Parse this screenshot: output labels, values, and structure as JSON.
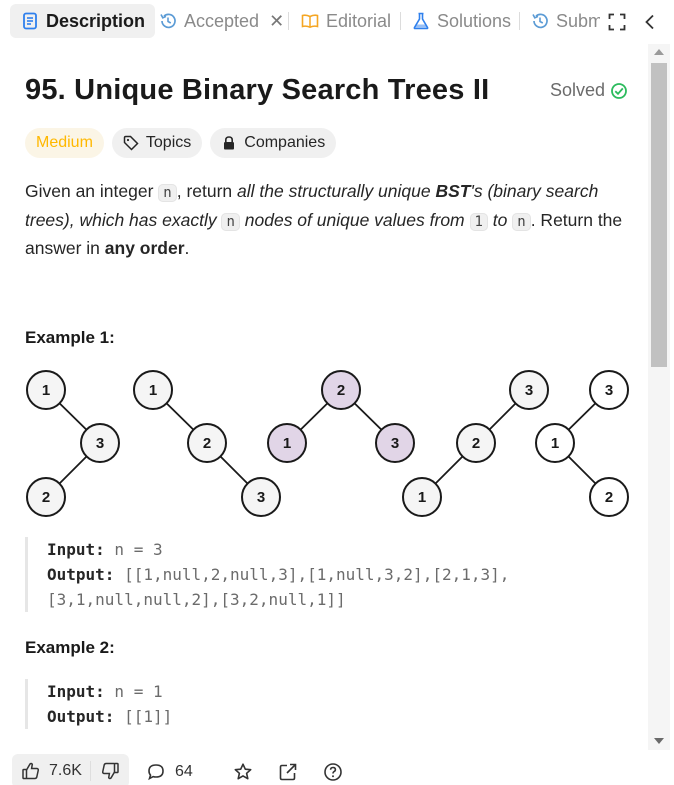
{
  "tabs": [
    {
      "label": "Description",
      "icon": "description-icon",
      "active": true
    },
    {
      "label": "Accepted",
      "icon": "history-icon",
      "closable": true
    },
    {
      "label": "Editorial",
      "icon": "book-icon"
    },
    {
      "label": "Solutions",
      "icon": "flask-icon"
    },
    {
      "label": "Subm",
      "icon": "history-icon"
    }
  ],
  "problem": {
    "title": "95. Unique Binary Search Trees II",
    "status": "Solved",
    "difficulty": "Medium",
    "tags": [
      "Topics",
      "Companies"
    ]
  },
  "description": {
    "p1": "Given an integer ",
    "n_code": "n",
    "p2": ", return ",
    "em1": "all the structurally unique ",
    "bst": "BST",
    "em2": "'s (binary search trees), which has exactly ",
    "em3": " nodes of unique values from ",
    "one_code": "1",
    "em4": " to ",
    "p3": ". Return the answer in ",
    "any_order": "any order",
    "p4": "."
  },
  "examples": [
    {
      "title": "Example 1:",
      "input_label": "Input:",
      "input": " n = 3",
      "output_label": "Output:",
      "output_line1": " [[1,null,2,null,3],[1,null,3,2],[2,1,3],",
      "output_line2": "[3,1,null,null,2],[3,2,null,1]]"
    },
    {
      "title": "Example 2:",
      "input_label": "Input:",
      "input": " n = 1",
      "output_label": "Output:",
      "output_line1": " [[1]]"
    }
  ],
  "tree_nodes": [
    "1",
    "3",
    "2",
    "1",
    "2",
    "3",
    "2",
    "1",
    "3",
    "3",
    "2",
    "1",
    "3",
    "1",
    "2"
  ],
  "footer": {
    "likes": "7.6K",
    "comments": "64"
  },
  "colors": {
    "accent_blue": "#2f80ed",
    "solved_green": "#2cbb5d",
    "medium_yellow": "#ffb800",
    "node_highlight": "#e1d5e7",
    "node_default": "#f5f5f5"
  }
}
